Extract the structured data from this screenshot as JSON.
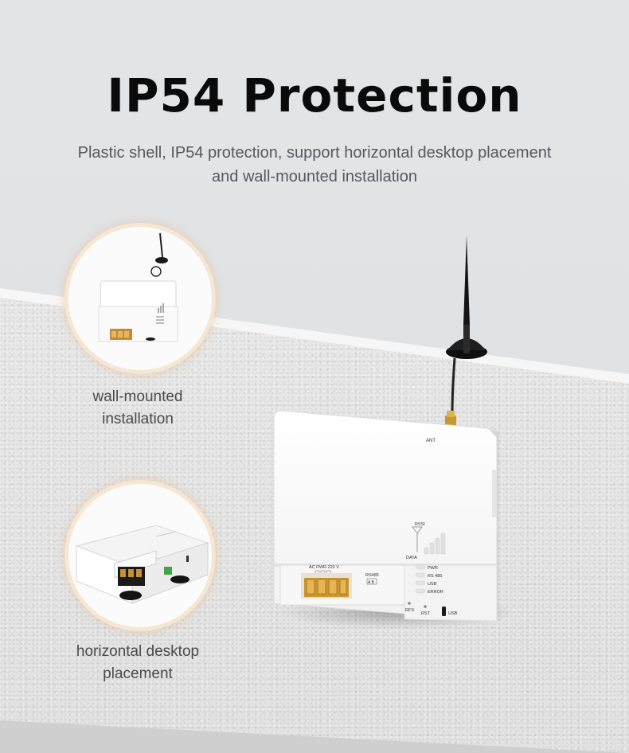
{
  "title": "IP54 Protection",
  "subtitle": "Plastic shell, IP54 protection, support horizontal desktop placement and wall-mounted installation",
  "wall_caption": {
    "line1": "wall-mounted",
    "line2": "installation"
  },
  "desk_caption": {
    "line1": "horizontal desktop",
    "line2": "placement"
  },
  "device": {
    "ant_label": "ANT",
    "rssi_label": "RSSI",
    "data_label": "DATA",
    "indicators": [
      "PWR",
      "RS 485",
      "USB",
      "ERROR"
    ],
    "power_label": "AC PWR 220 V",
    "rs485_label": "RS485",
    "rs485_pins": "A B",
    "rfs_label": "RFS",
    "rst_label": "RST",
    "usb_label": "USB"
  }
}
